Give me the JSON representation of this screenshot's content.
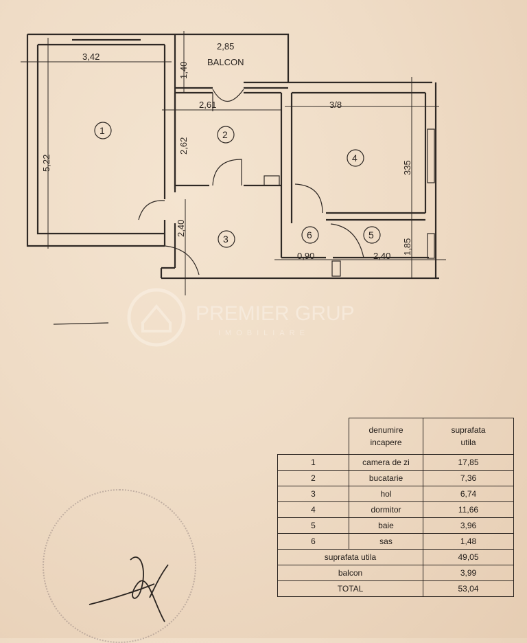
{
  "plan": {
    "dimensions": {
      "living_width": "3,42",
      "living_height": "5,22",
      "balcony_width": "2,85",
      "balcony_depth": "1,40",
      "kitchen_width": "2,61",
      "kitchen_height": "2,62",
      "bedroom_width": "3/8",
      "bedroom_height": "335",
      "hall_height": "2,40",
      "hall_width": "0,90",
      "bath_width": "2,40",
      "bath_height": "1,85"
    },
    "balcony_label": "BALCON",
    "rooms": [
      "1",
      "2",
      "3",
      "4",
      "5",
      "6"
    ]
  },
  "watermark": {
    "name": "PREMIER GRUP",
    "sub": "IMOBILIARE"
  },
  "table": {
    "header_room": [
      "denumire",
      "incapere"
    ],
    "header_area": [
      "suprafata",
      "utila"
    ],
    "rows": [
      {
        "nr": "1",
        "name": "camera de zi",
        "area": "17,85"
      },
      {
        "nr": "2",
        "name": "bucatarie",
        "area": "7,36"
      },
      {
        "nr": "3",
        "name": "hol",
        "area": "6,74"
      },
      {
        "nr": "4",
        "name": "dormitor",
        "area": "11,66"
      },
      {
        "nr": "5",
        "name": "baie",
        "area": "3,96"
      },
      {
        "nr": "6",
        "name": "sas",
        "area": "1,48"
      }
    ],
    "totals": [
      {
        "label": "suprafata utila",
        "value": "49,05"
      },
      {
        "label": "balcon",
        "value": "3,99"
      },
      {
        "label": "TOTAL",
        "value": "53,04"
      }
    ]
  }
}
